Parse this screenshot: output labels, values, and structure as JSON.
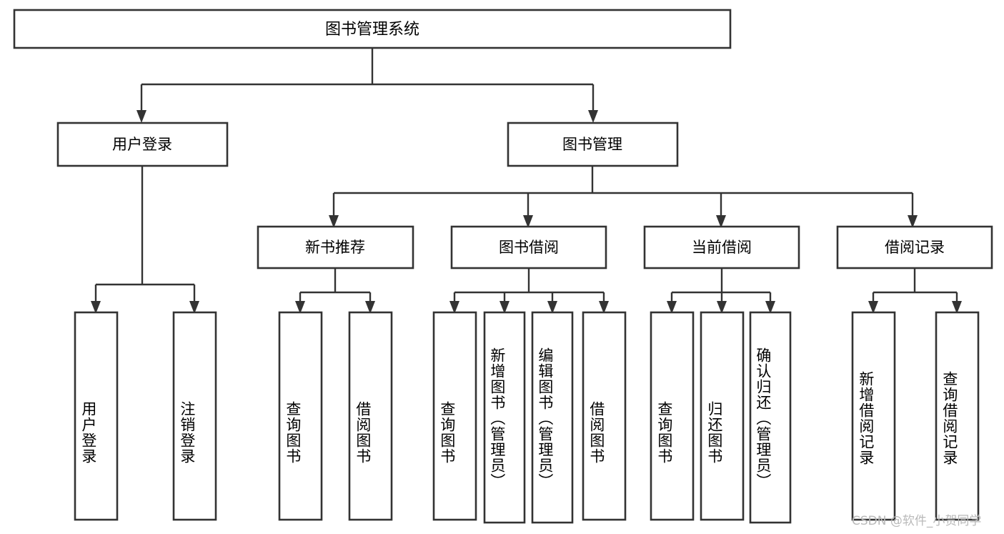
{
  "diagram": {
    "type": "tree-hierarchy",
    "title": "图书管理系统",
    "watermark": "CSDN @软件_小贺同学",
    "colors": {
      "stroke": "#333333",
      "fill": "#ffffff",
      "text": "#000000",
      "watermark": "#b9b9b9",
      "background": "#ffffff"
    },
    "nodes": {
      "root": "图书管理系统",
      "level2": [
        "用户登录",
        "图书管理"
      ],
      "level3": [
        "新书推荐",
        "图书借阅",
        "当前借阅",
        "借阅记录"
      ],
      "leaves": {
        "user_login": [
          "用户登录",
          "注销登录"
        ],
        "new_book_recommend": [
          "查询图书",
          "借阅图书"
        ],
        "book_borrow": [
          "查询图书",
          "新增图书（管理员）",
          "编辑图书（管理员）",
          "借阅图书"
        ],
        "current_borrow": [
          "查询图书",
          "归还图书",
          "确认归还（管理员）"
        ],
        "borrow_record": [
          "新增借阅记录",
          "查询借阅记录"
        ]
      }
    },
    "edges": [
      {
        "from": "图书管理系统",
        "to": "用户登录"
      },
      {
        "from": "图书管理系统",
        "to": "图书管理"
      },
      {
        "from": "用户登录",
        "to": "用户登录"
      },
      {
        "from": "用户登录",
        "to": "注销登录"
      },
      {
        "from": "图书管理",
        "to": "新书推荐"
      },
      {
        "from": "图书管理",
        "to": "图书借阅"
      },
      {
        "from": "图书管理",
        "to": "当前借阅"
      },
      {
        "from": "图书管理",
        "to": "借阅记录"
      },
      {
        "from": "新书推荐",
        "to": "查询图书"
      },
      {
        "from": "新书推荐",
        "to": "借阅图书"
      },
      {
        "from": "图书借阅",
        "to": "查询图书"
      },
      {
        "from": "图书借阅",
        "to": "新增图书（管理员）"
      },
      {
        "from": "图书借阅",
        "to": "编辑图书（管理员）"
      },
      {
        "from": "图书借阅",
        "to": "借阅图书"
      },
      {
        "from": "当前借阅",
        "to": "查询图书"
      },
      {
        "from": "当前借阅",
        "to": "归还图书"
      },
      {
        "from": "当前借阅",
        "to": "确认归还（管理员）"
      },
      {
        "from": "借阅记录",
        "to": "新增借阅记录"
      },
      {
        "from": "借阅记录",
        "to": "查询借阅记录"
      }
    ]
  }
}
